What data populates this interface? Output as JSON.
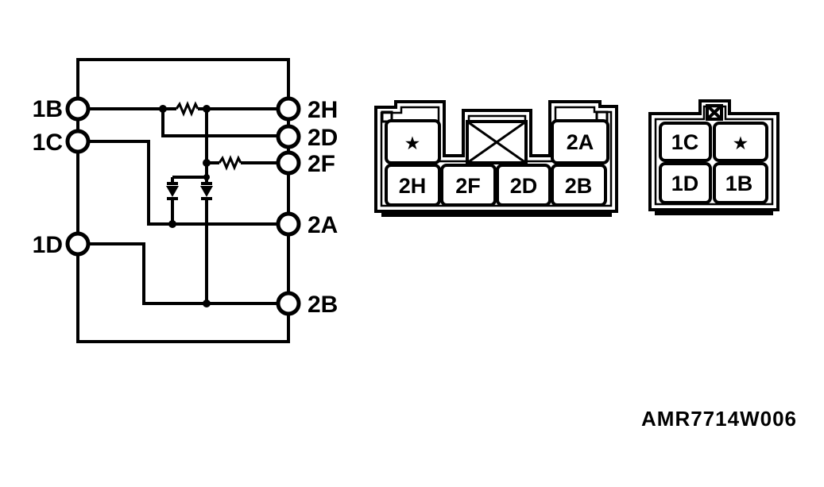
{
  "figure_caption": "AMR7714W006",
  "schematic": {
    "left_terminals": [
      "1B",
      "1C",
      "1D"
    ],
    "right_terminals": [
      "2H",
      "2D",
      "2F",
      "2A",
      "2B"
    ],
    "resistor_count": 2,
    "diode_count": 2
  },
  "connector_8way": {
    "top_cavities": [
      {
        "label": "★"
      },
      {
        "label": "",
        "blocked": true
      },
      {
        "label": "2A"
      }
    ],
    "bottom_cavities": [
      {
        "label": "2H"
      },
      {
        "label": "2F"
      },
      {
        "label": "2D"
      },
      {
        "label": "2B"
      }
    ]
  },
  "connector_4way": {
    "top_cavities": [
      {
        "label": "1C"
      },
      {
        "label": "★"
      }
    ],
    "bottom_cavities": [
      {
        "label": "1D"
      },
      {
        "label": "1B"
      }
    ]
  }
}
